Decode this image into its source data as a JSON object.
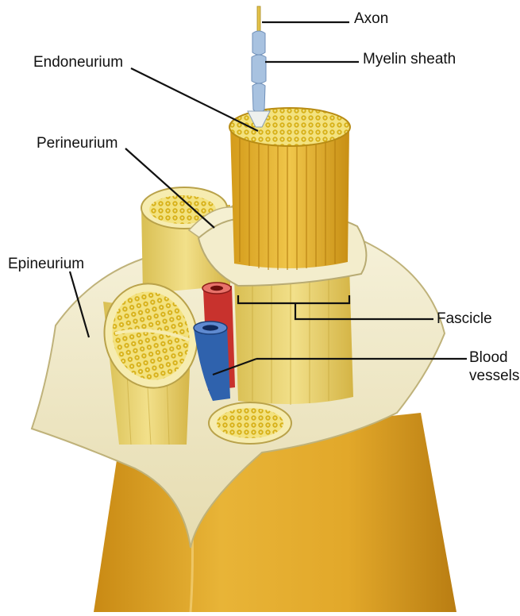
{
  "diagram": {
    "labels": {
      "axon": "Axon",
      "myelin_sheath": "Myelin sheath",
      "endoneurium": "Endoneurium",
      "perineurium": "Perineurium",
      "epineurium": "Epineurium",
      "fascicle": "Fascicle",
      "blood_vessels_line1": "Blood",
      "blood_vessels_line2": "vessels"
    },
    "colors": {
      "nerve_trunk": "#e2a82a",
      "nerve_trunk_dark": "#c98a14",
      "epineurium_sheet": "#f3eecf",
      "fascicle_fill": "#f0dc7a",
      "fiber_dots": "#d9b51c",
      "myelin": "#9fb9da",
      "artery": "#c8322d",
      "vein": "#2f62ad",
      "leader_line": "#111111"
    }
  }
}
